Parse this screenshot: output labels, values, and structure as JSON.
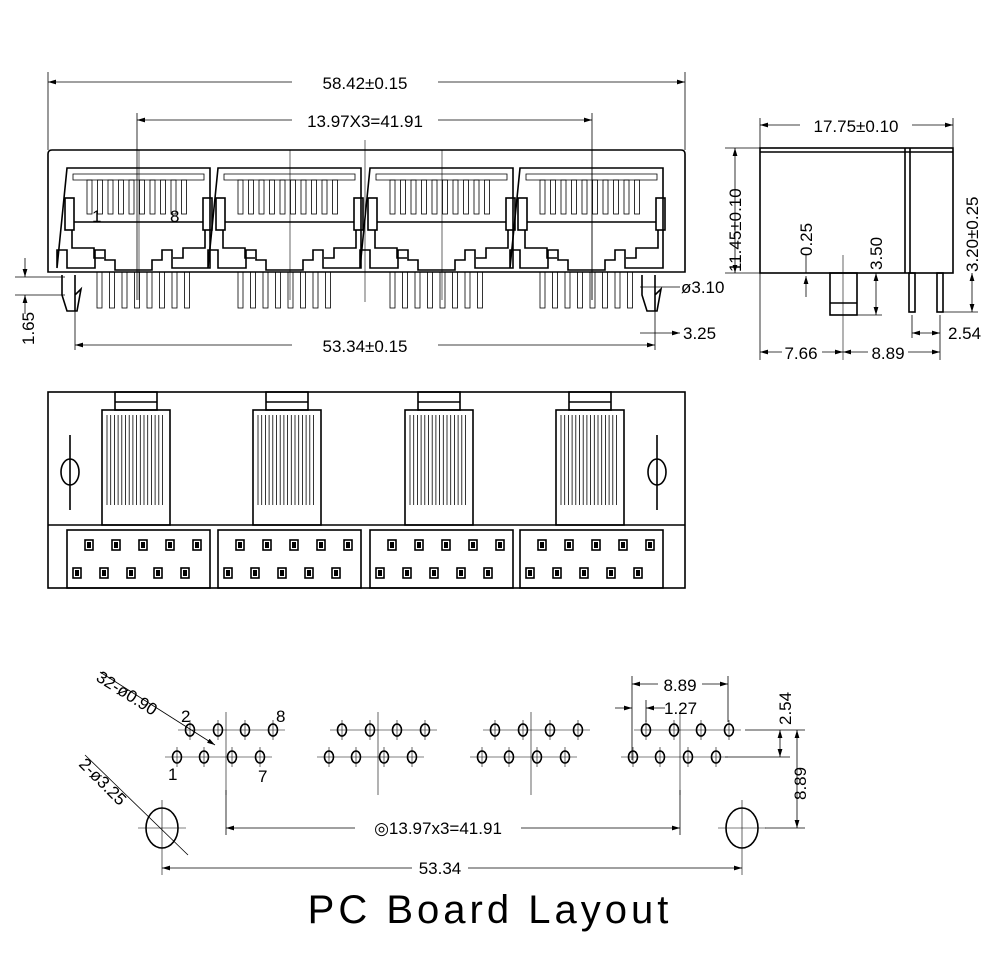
{
  "front_view": {
    "overall_width": "58.42±0.15",
    "port_pitch": "13.97X3=41.91",
    "peg_spacing": "53.34±0.15",
    "standoff": "1.65",
    "peg_diameter": "ø3.10",
    "peg_offset": "3.25",
    "pin_label_first": "1",
    "pin_label_last": "8"
  },
  "side_view": {
    "depth": "17.75±0.10",
    "height": "11.45±0.10",
    "gap": "0.25",
    "tab_length": "3.50",
    "pin_length": "3.20±0.25",
    "row_spacing": "2.54",
    "peg_to_front": "7.66",
    "peg_to_pin": "8.89"
  },
  "pcb_layout": {
    "title": "PC Board Layout",
    "hole_callout": "32-ø0.90",
    "peg_hole_callout": "2-ø3.25",
    "pin_labels": {
      "p1": "1",
      "p2": "2",
      "p7": "7",
      "p8": "8"
    },
    "port_pitch": "◎13.97x3=41.91",
    "peg_spacing": "53.34",
    "row_width": "8.89",
    "pin_offset": "1.27",
    "row_pitch": "2.54",
    "row_to_peg": "8.89"
  }
}
